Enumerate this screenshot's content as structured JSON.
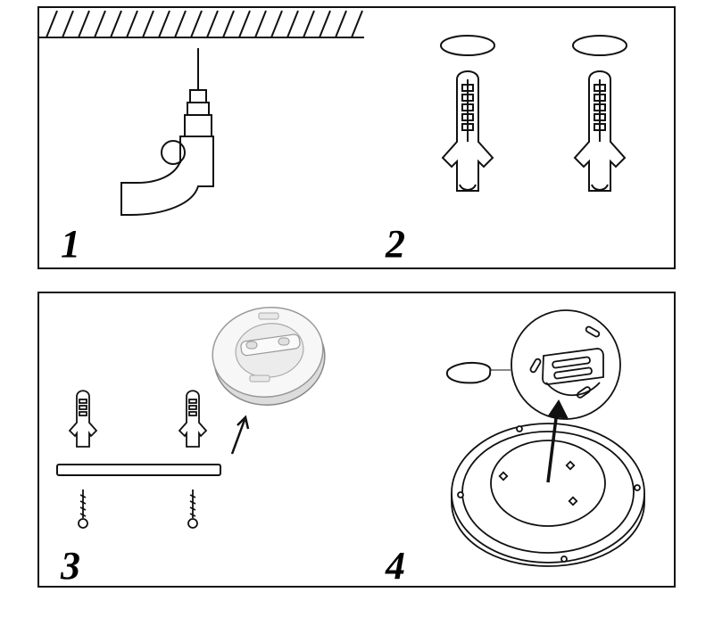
{
  "steps": [
    {
      "number": "1"
    },
    {
      "number": "2"
    },
    {
      "number": "3"
    },
    {
      "number": "4"
    }
  ],
  "colors": {
    "line": "#111111",
    "plate_fill": "#ffffff",
    "plate_shade": "#e9e9e9"
  },
  "icons": [
    "ceiling-hatch",
    "drill-icon",
    "washer-icon",
    "wall-plug-icon",
    "screw-icon",
    "mounting-plate-icon",
    "arrow-icon",
    "ring-clip-icon",
    "ceiling-lamp-icon"
  ]
}
